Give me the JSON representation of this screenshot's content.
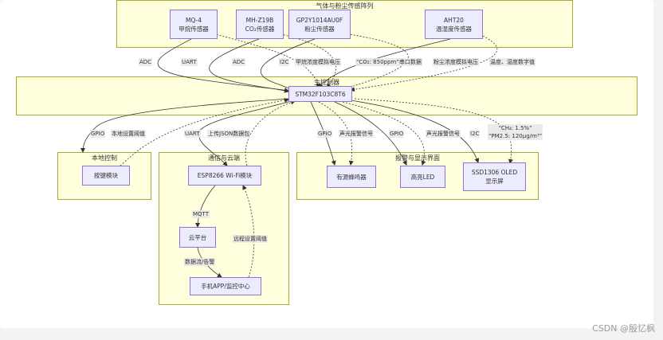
{
  "clusters": {
    "sensors": "气体与粉尘传感阵列",
    "controller": "主控制器",
    "local": "本地控制",
    "comm": "通信与云端",
    "alarm": "报警与显示界面"
  },
  "nodes": {
    "mq4": [
      "MQ-4",
      "甲烷传感器"
    ],
    "mhz19b": [
      "MH-Z19B",
      "CO₂传感器"
    ],
    "gp2y": [
      "GP2Y1014AU0F",
      "粉尘传感器"
    ],
    "aht20": [
      "AHT20",
      "温湿度传感器"
    ],
    "mcu": [
      "STM32F103C8T6"
    ],
    "key": [
      "按键模块"
    ],
    "esp": [
      "ESP8266 Wi-Fi模块"
    ],
    "cloud": [
      "云平台"
    ],
    "app": [
      "手机APP/监控中心"
    ],
    "buzzer": [
      "有源蜂鸣器"
    ],
    "led": [
      "高亮LED"
    ],
    "oled": [
      "SSD1306 OLED",
      "显示屏"
    ]
  },
  "edge_labels": {
    "adc_mq4": "ADC",
    "uart_mhz": "UART",
    "adc_gp2y": "ADC",
    "i2c_aht": "I2C",
    "ch4_analog": "甲烷浓度模拟电压",
    "co2_serial": "“CO₂: 850ppm”串口数据",
    "dust_analog": "粉尘浓度模拟电压",
    "temp_digital": "温度、湿度数字值",
    "gpio_key": "GPIO",
    "key_threshold": "本地设置阈值",
    "uart_esp": "UART",
    "upload_json": "上传JSON数据包",
    "gpio_buzzer": "GPIO",
    "sound_light_1": "声光报警信号",
    "gpio_led": "GPIO",
    "sound_light_2": "声光报警信号",
    "i2c_oled": "I2C",
    "oled_text": [
      "“CH₄: 1.5%”",
      "“PM2.5: 120μg/m³”"
    ],
    "mqtt": "MQTT",
    "data_alarm": "数据流/告警",
    "remote_threshold": "远程设置阈值"
  },
  "watermark": "CSDN @殷忆枫",
  "colors": {
    "cluster_fill": "#ffffde",
    "cluster_border": "#aaaa33",
    "node_fill": "#ececff",
    "node_border": "#9370db",
    "edge": "#333333"
  }
}
